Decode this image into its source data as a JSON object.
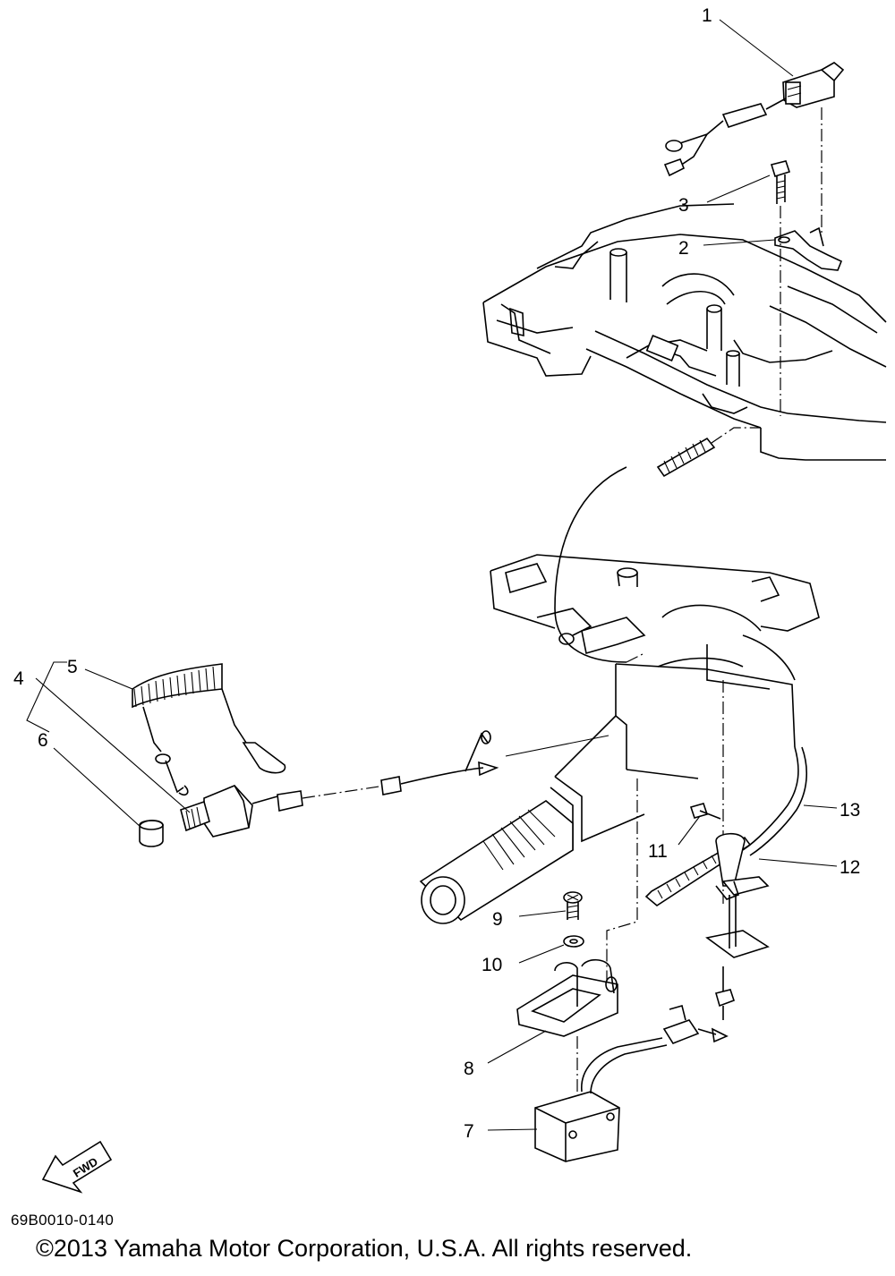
{
  "diagram": {
    "callouts": [
      {
        "id": "1",
        "text": "1"
      },
      {
        "id": "2",
        "text": "2"
      },
      {
        "id": "3",
        "text": "3"
      },
      {
        "id": "4",
        "text": "4"
      },
      {
        "id": "5",
        "text": "5"
      },
      {
        "id": "6",
        "text": "6"
      },
      {
        "id": "7",
        "text": "7"
      },
      {
        "id": "8",
        "text": "8"
      },
      {
        "id": "9",
        "text": "9"
      },
      {
        "id": "10",
        "text": "10"
      },
      {
        "id": "11",
        "text": "11"
      },
      {
        "id": "12",
        "text": "12"
      },
      {
        "id": "13",
        "text": "13"
      }
    ],
    "fwd_label": "FWD",
    "code": "69B0010-0140"
  },
  "footer": {
    "copyright": "©2013 Yamaha Motor Corporation, U.S.A. All rights reserved."
  },
  "colors": {
    "ink": "#000000",
    "paper": "#ffffff"
  }
}
